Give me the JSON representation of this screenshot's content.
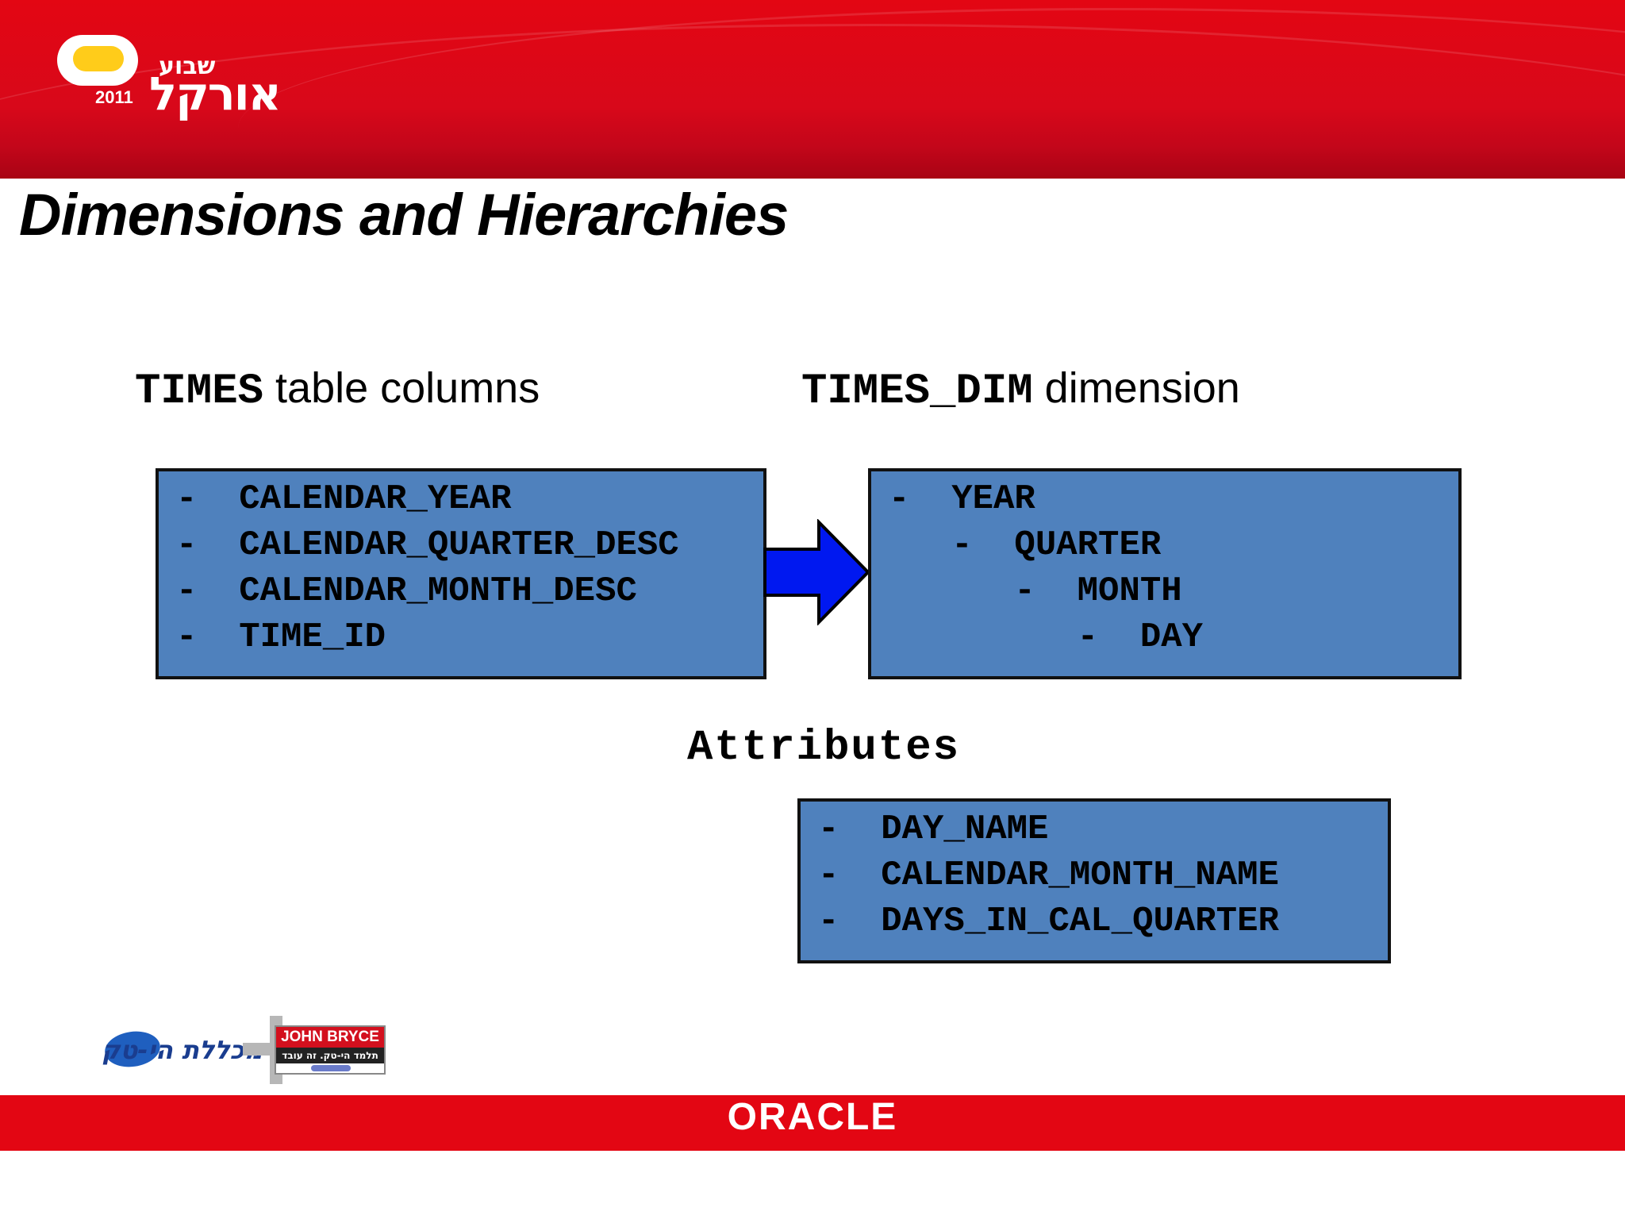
{
  "header": {
    "logo_year": "2011",
    "logo_text_small": "שבוע",
    "logo_text_large": "אורקל"
  },
  "title": "Dimensions and Hierarchies",
  "left_label": {
    "mono": "TIMES",
    "text": " table columns"
  },
  "right_label": {
    "mono": "TIMES_DIM",
    "text": " dimension"
  },
  "table_columns": [
    "-  CALENDAR_YEAR",
    "-  CALENDAR_QUARTER_DESC",
    "-  CALENDAR_MONTH_DESC",
    "-  TIME_ID"
  ],
  "dimension_levels": [
    "-  YEAR",
    "   -  QUARTER",
    "      -  MONTH",
    "         -  DAY"
  ],
  "attributes_label": "Attributes",
  "attributes": [
    "-  DAY_NAME",
    "-  CALENDAR_MONTH_NAME",
    "-  DAYS_IN_CAL_QUARTER"
  ],
  "footer": {
    "partner_left": "מכללת הי-טק",
    "partner_right_top": "JOHN BRYCE",
    "partner_right_bottom": "תלמד הי-טק. זה עובד",
    "brand": "ORACLE"
  },
  "colors": {
    "brand_red": "#e30613",
    "box_fill": "#4f81bd",
    "arrow_fill": "#0018f0",
    "logo_yellow": "#ffcc1a"
  }
}
